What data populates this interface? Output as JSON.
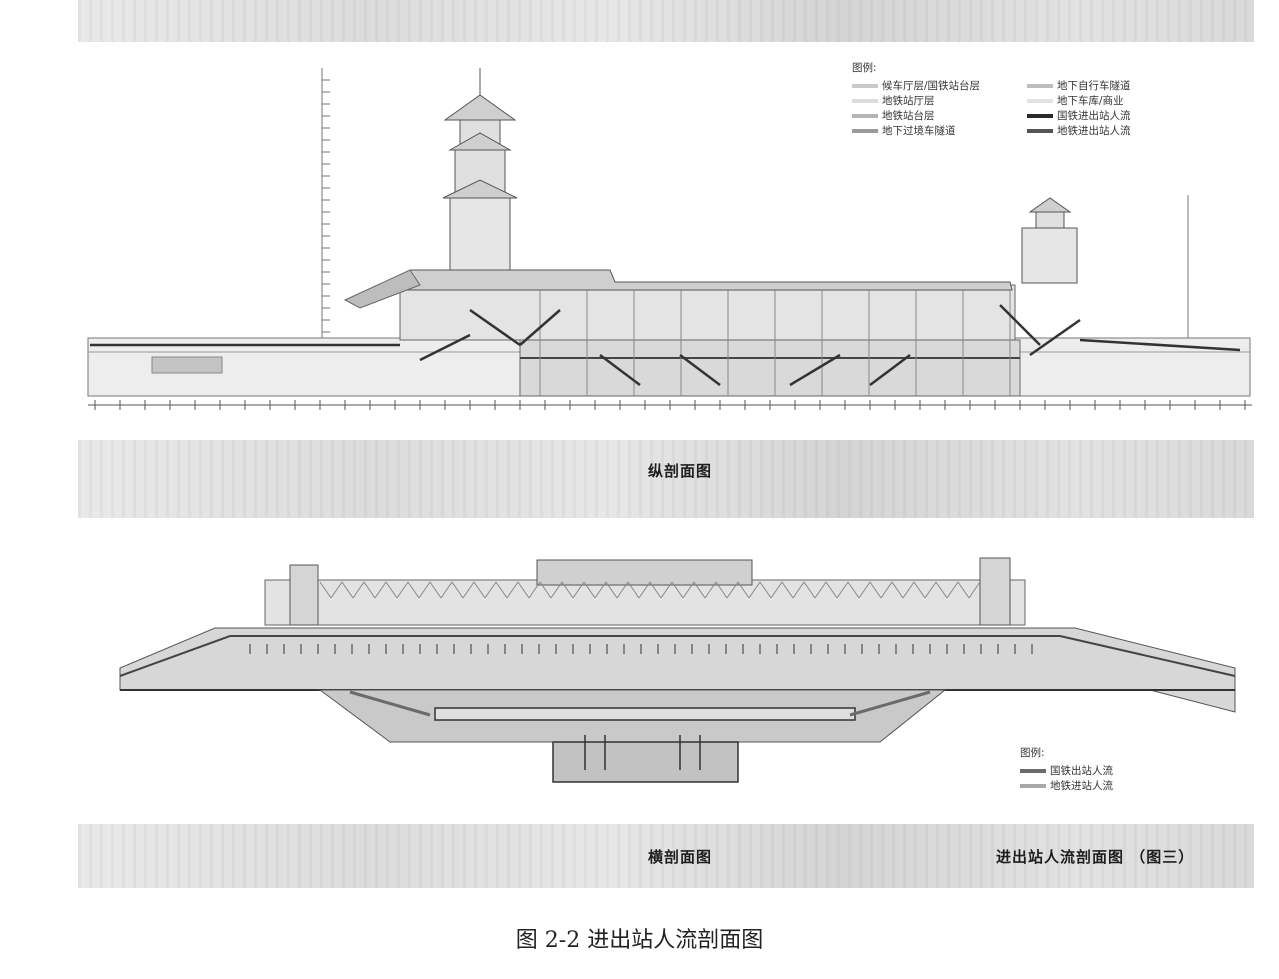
{
  "longitudinal": {
    "caption": "纵剖面图",
    "legend": {
      "title": "图例:",
      "left_items": [
        {
          "label": "候车厅层/国铁站台层",
          "color": "#c9c9c9"
        },
        {
          "label": "地铁站厅层",
          "color": "#dcdcdc"
        },
        {
          "label": "地铁站台层",
          "color": "#b5b5b5"
        },
        {
          "label": "地下过境车隧道",
          "color": "#9a9a9a"
        }
      ],
      "right_items": [
        {
          "label": "地下自行车隧道",
          "color": "#bdbdbd"
        },
        {
          "label": "地下车库/商业",
          "color": "#e3e3e3"
        },
        {
          "label": "国铁进出站人流",
          "color": "#2a2a2a"
        },
        {
          "label": "地铁进出站人流",
          "color": "#555555"
        }
      ]
    }
  },
  "cross": {
    "caption": "横剖面图",
    "legend": {
      "title": "图例:",
      "items": [
        {
          "label": "国铁出站人流",
          "color": "#6b6b6b"
        },
        {
          "label": "地铁进站人流",
          "color": "#a8a8a8"
        }
      ]
    }
  },
  "side_caption": "进出站人流剖面图 （图三）",
  "figure_caption": "图 2-2 进出站人流剖面图"
}
